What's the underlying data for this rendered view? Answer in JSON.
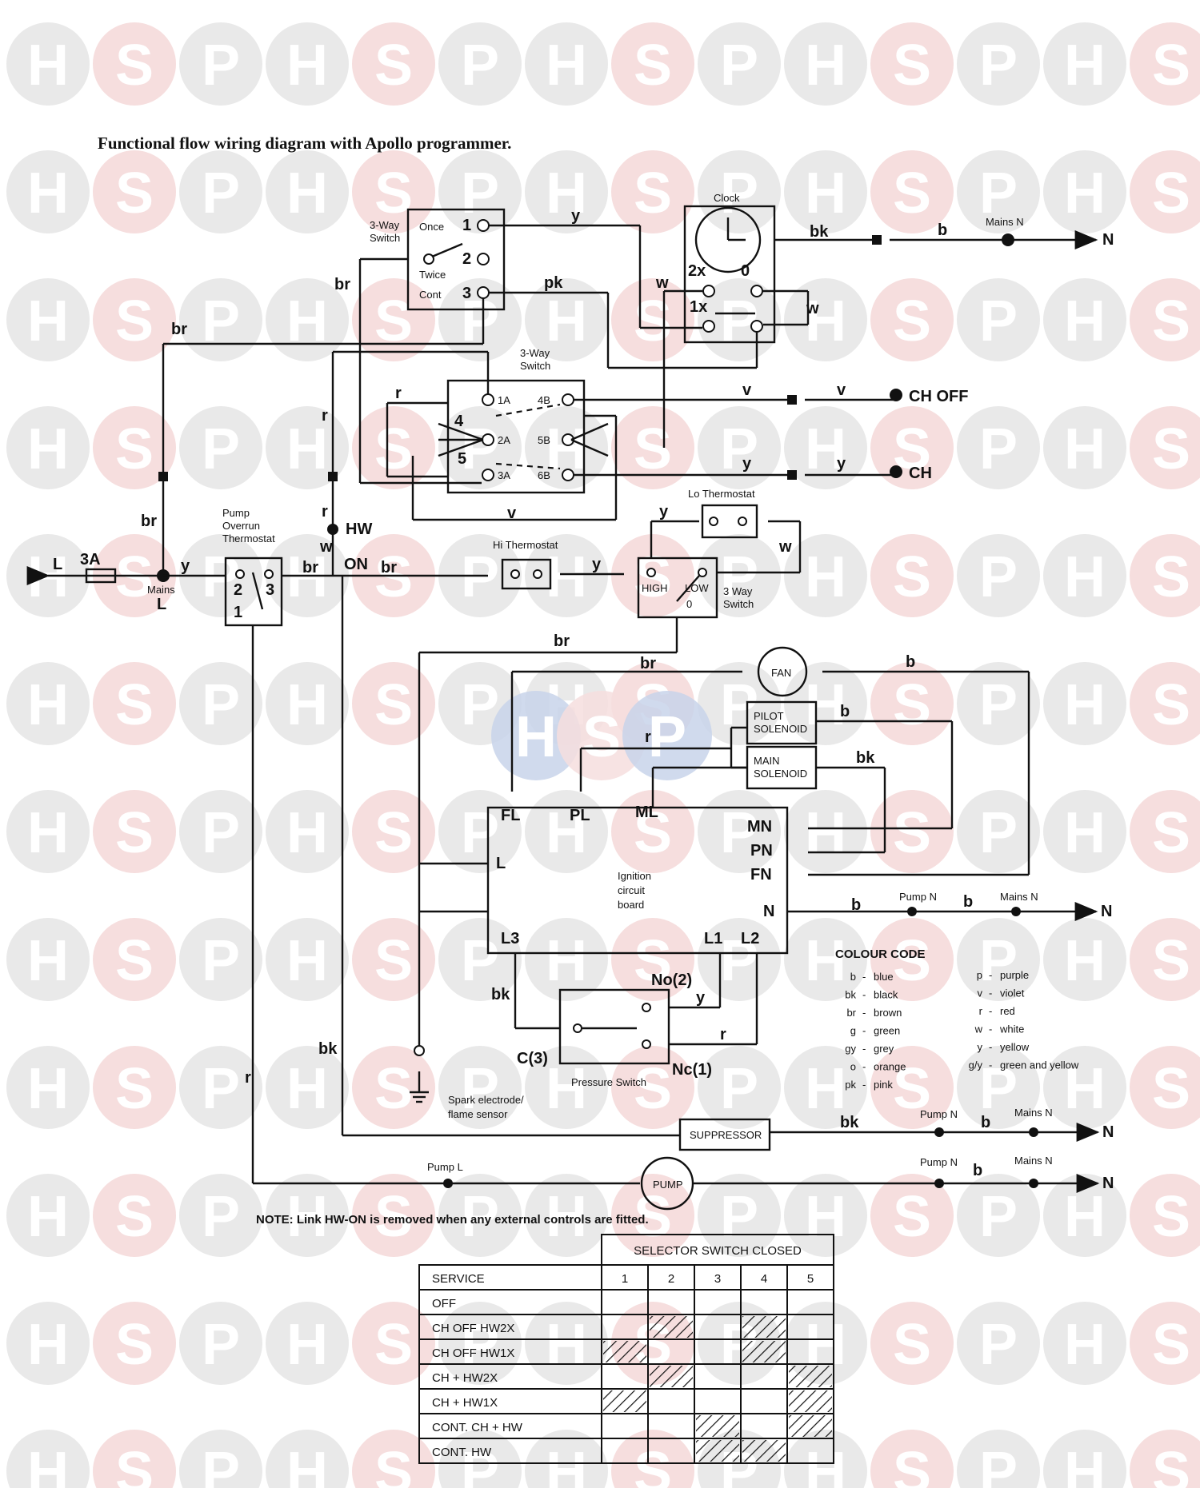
{
  "title": "Functional flow wiring diagram with Apollo programmer.",
  "watermark": {
    "letters": [
      "H",
      "S",
      "P"
    ],
    "colors": {
      "gray": "#e9e9e9",
      "pink": "#f6dede",
      "blue": "#c8d4ea"
    }
  },
  "labels": {
    "switch3way_top": [
      "3-Way",
      "Switch"
    ],
    "once": "Once",
    "twice": "Twice",
    "cont": "Cont",
    "t1": "1",
    "t2": "2",
    "t3": "3",
    "clock": "Clock",
    "c2x": "2x",
    "c0": "0",
    "c1x": "1x",
    "mains_n": "Mains N",
    "n": "N",
    "switch3way_mid": [
      "3-Way",
      "Switch"
    ],
    "s1a": "1A",
    "s2a": "2A",
    "s3a": "3A",
    "s4b": "4B",
    "s5b": "5B",
    "s6b": "6B",
    "s4": "4",
    "s5": "5",
    "ch_off": "CH OFF",
    "ch": "CH",
    "lo_thermostat": "Lo Thermostat",
    "hi_thermostat": "Hi Thermostat",
    "high": "HIGH",
    "low": "LOW",
    "sw0": "0",
    "switch3way_low": [
      "3 Way",
      "Switch"
    ],
    "pump_overrun": [
      "Pump",
      "Overrun",
      "Thermostat"
    ],
    "p1": "1",
    "p2": "2",
    "p3": "3",
    "l": "L",
    "fuse": "3A",
    "mains_l": [
      "Mains",
      "L"
    ],
    "hw": "HW",
    "on": "ON",
    "fan": "FAN",
    "pilot_solenoid": [
      "PILOT",
      "SOLENOID"
    ],
    "main_solenoid": [
      "MAIN",
      "SOLENOID"
    ],
    "fl": "FL",
    "pl": "PL",
    "ml": "ML",
    "mn": "MN",
    "pn": "PN",
    "fn": "FN",
    "board_n": "N",
    "board_l": "L",
    "l3": "L3",
    "l1": "L1",
    "l2": "L2",
    "ignition": [
      "Ignition",
      "circuit",
      "board"
    ],
    "pump_n": "Pump N",
    "no2": "No(2)",
    "nc1": "Nc(1)",
    "c3": "C(3)",
    "pressure_switch": "Pressure Switch",
    "spark": [
      "Spark electrode/",
      "flame sensor"
    ],
    "suppressor": "SUPPRESSOR",
    "pump": "PUMP",
    "pump_l": "Pump L"
  },
  "wire_colors": {
    "y": "y",
    "bk": "bk",
    "b": "b",
    "br": "br",
    "pk": "pk",
    "w": "w",
    "r": "r",
    "v": "v"
  },
  "colour_code": {
    "title": "COLOUR CODE",
    "left": [
      {
        "k": "b",
        "v": "blue"
      },
      {
        "k": "bk",
        "v": "black"
      },
      {
        "k": "br",
        "v": "brown"
      },
      {
        "k": "g",
        "v": "green"
      },
      {
        "k": "gy",
        "v": "grey"
      },
      {
        "k": "o",
        "v": "orange"
      },
      {
        "k": "pk",
        "v": "pink"
      }
    ],
    "right": [
      {
        "k": "p",
        "v": "purple"
      },
      {
        "k": "v",
        "v": "violet"
      },
      {
        "k": "r",
        "v": "red"
      },
      {
        "k": "w",
        "v": "white"
      },
      {
        "k": "y",
        "v": "yellow"
      },
      {
        "k": "g/y",
        "v": "green and yellow"
      }
    ]
  },
  "note": "NOTE: Link HW-ON is removed when any external controls are fitted.",
  "selector_table": {
    "group_header": "SELECTOR SWITCH CLOSED",
    "service_header": "SERVICE",
    "columns": [
      "1",
      "2",
      "3",
      "4",
      "5"
    ],
    "rows": [
      {
        "service": "OFF",
        "closed": [
          false,
          false,
          false,
          false,
          false
        ]
      },
      {
        "service": "CH OFF HW2X",
        "closed": [
          false,
          true,
          false,
          true,
          false
        ]
      },
      {
        "service": "CH OFF HW1X",
        "closed": [
          true,
          false,
          false,
          true,
          false
        ]
      },
      {
        "service": "CH + HW2X",
        "closed": [
          false,
          true,
          false,
          false,
          true
        ]
      },
      {
        "service": "CH + HW1X",
        "closed": [
          true,
          false,
          false,
          false,
          true
        ]
      },
      {
        "service": "CONT. CH + HW",
        "closed": [
          false,
          false,
          true,
          false,
          true
        ]
      },
      {
        "service": "CONT. HW",
        "closed": [
          false,
          false,
          true,
          true,
          false
        ]
      }
    ]
  }
}
